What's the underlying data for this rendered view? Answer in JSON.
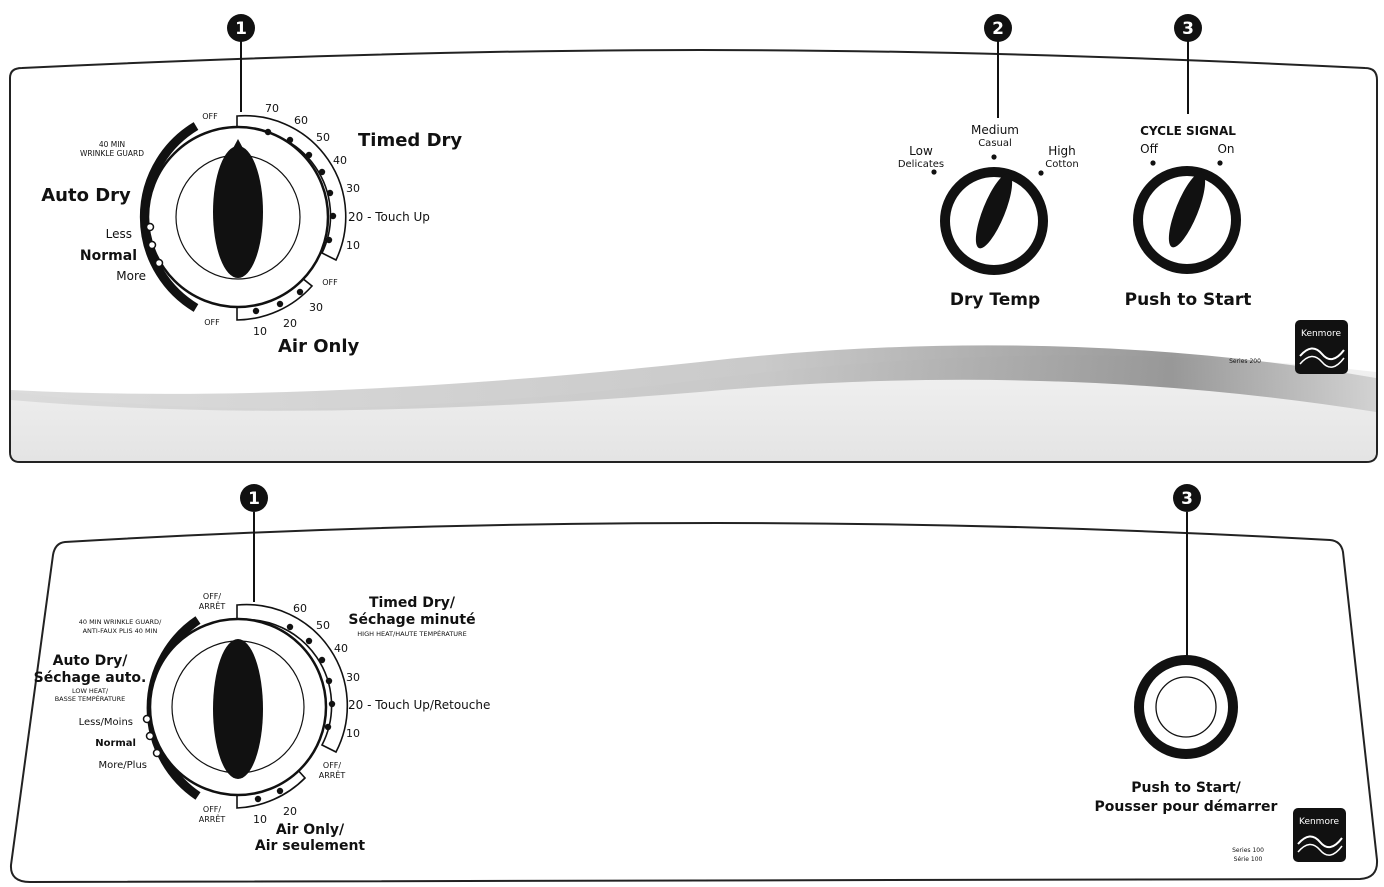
{
  "colors": {
    "ink": "#111111",
    "panel": "#ffffff",
    "swoosh_light": "#e9e9e9",
    "swoosh_dark": "#9a9a9a"
  },
  "callouts": {
    "one": "1",
    "two": "2",
    "three": "3"
  },
  "top_panel": {
    "cycle_knob": {
      "off_top": "OFF",
      "wrinkle_guard_line1": "40 MIN",
      "wrinkle_guard_line2": "WRINKLE GUARD",
      "auto_dry": "Auto Dry",
      "less": "Less",
      "normal": "Normal",
      "more": "More",
      "off_bottom": "OFF",
      "timed_dry": "Timed Dry",
      "t70": "70",
      "t60": "60",
      "t50": "50",
      "t40": "40",
      "t30": "30",
      "t20_touch_up": "20 - Touch Up",
      "t10": "10",
      "off_air": "OFF",
      "a30": "30",
      "a20": "20",
      "a10": "10",
      "air_only": "Air Only"
    },
    "dry_temp": {
      "low": "Low",
      "delicates": "Delicates",
      "medium": "Medium",
      "casual": "Casual",
      "high": "High",
      "cotton": "Cotton",
      "label": "Dry Temp"
    },
    "cycle_signal": {
      "title": "CYCLE SIGNAL",
      "off": "Off",
      "on": "On",
      "push_to_start": "Push to Start"
    },
    "brand": {
      "logo": "Kenmore",
      "series": "Series 200"
    }
  },
  "bottom_panel": {
    "cycle_knob": {
      "off_top_1": "OFF/",
      "off_top_2": "ARRÊT",
      "wrinkle_1": "40 MIN WRINKLE GUARD/",
      "wrinkle_2": "ANTI-FAUX PLIS 40 MIN",
      "auto_dry_1": "Auto Dry/",
      "auto_dry_2": "Séchage auto.",
      "low_heat_1": "LOW HEAT/",
      "low_heat_2": "BASSE TEMPÉRATURE",
      "less": "Less/Moins",
      "normal": "Normal",
      "more": "More/Plus",
      "off_bottom_1": "OFF/",
      "off_bottom_2": "ARRÊT",
      "timed_dry_1": "Timed Dry/",
      "timed_dry_2": "Séchage minuté",
      "high_heat": "HIGH HEAT/HAUTE TEMPÉRATURE",
      "t60": "60",
      "t50": "50",
      "t40": "40",
      "t30": "30",
      "t20_touch_up": "20 - Touch Up/Retouche",
      "t10": "10",
      "off_air_1": "OFF/",
      "off_air_2": "ARRÊT",
      "a20": "20",
      "a10": "10",
      "air_only_1": "Air Only/",
      "air_only_2": "Air seulement"
    },
    "start": {
      "line1": "Push to Start/",
      "line2": "Pousser pour démarrer"
    },
    "brand": {
      "logo": "Kenmore",
      "series_1": "Series 100",
      "series_2": "Série 100"
    }
  }
}
